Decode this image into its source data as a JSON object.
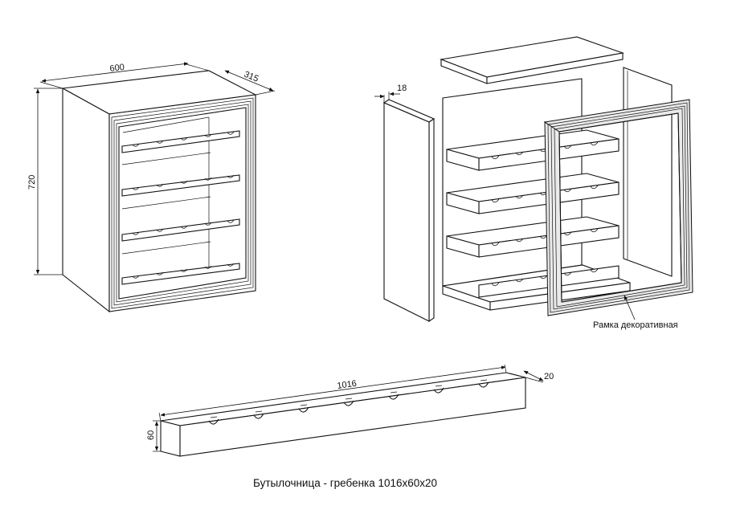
{
  "dimensions": {
    "cabinet_width": "600",
    "cabinet_depth": "315",
    "cabinet_height": "720",
    "side_thickness": "18",
    "rack_length": "1016",
    "rack_thickness": "20",
    "rack_height": "60"
  },
  "labels": {
    "frame": "Рамка декоративная",
    "caption": "Бутылочница - гребенка 1016х60х20"
  }
}
